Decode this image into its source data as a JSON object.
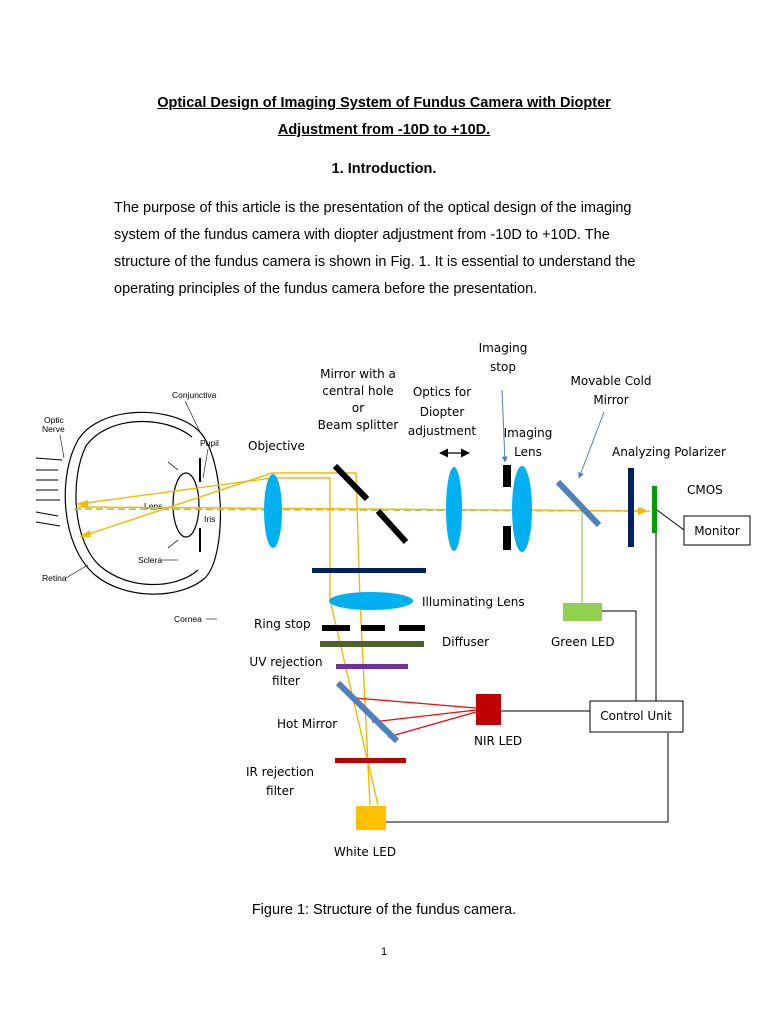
{
  "title": {
    "line1": "Optical Design of Imaging System of Fundus Camera with Diopter",
    "line2": "Adjustment from -10D to +10D."
  },
  "section_heading": "1.  Introduction.",
  "intro_lines": [
    "The purpose of this article is the presentation of the optical design of the imaging",
    "system of the fundus camera with diopter adjustment from -10D to +10D. The",
    "structure of the fundus camera is shown in Fig. 1. It is essential to understand the",
    "operating principles of the fundus camera before the presentation."
  ],
  "figure": {
    "eye_labels": {
      "optic_nerve_1": "Optic",
      "optic_nerve_2": "Nerve",
      "conjunctiva": "Conjunctiva",
      "pupil": "Pupil",
      "lens": "Lens",
      "iris": "Iris",
      "sclera": "Sclera",
      "retina": "Retina",
      "cornea": "Cornea"
    },
    "labels": {
      "objective": "Objective",
      "mirror_1": "Mirror with a",
      "mirror_2": "central hole",
      "mirror_3": "or",
      "mirror_4": "Beam splitter",
      "optics_1": "Optics for",
      "optics_2": "Diopter",
      "optics_3": "adjustment",
      "imaging_stop_1": "Imaging",
      "imaging_stop_2": "stop",
      "imaging_lens_1": "Imaging",
      "imaging_lens_2": "Lens",
      "cold_mirror_1": "Movable Cold",
      "cold_mirror_2": "Mirror",
      "analyzing_polarizer": "Analyzing Polarizer",
      "cmos": "CMOS",
      "monitor": "Monitor",
      "illuminating_lens": "Illuminating Lens",
      "ring_stop": "Ring stop",
      "diffuser": "Diffuser",
      "green_led": "Green LED",
      "uv_1": "UV rejection",
      "uv_2": "filter",
      "hot_mirror": "Hot Mirror",
      "nir_led": "NIR LED",
      "control_unit": "Control Unit",
      "ir_1": "IR rejection",
      "ir_2": "filter",
      "white_led": "White LED"
    },
    "colors": {
      "lens_blue": "#00b0f0",
      "yellow_ray": "#f5b800",
      "axis_green": "#92d050",
      "navy": "#002060",
      "diffuser": "#4f6228",
      "uv_filter": "#7030a0",
      "ir_filter": "#c00000",
      "nir_led": "#c00000",
      "white_led": "#ffc000",
      "mirror_steel": "#4f81bd",
      "cmos_green": "#00a000"
    }
  },
  "caption": "Figure 1: Structure of the fundus camera.",
  "page_number": "1"
}
